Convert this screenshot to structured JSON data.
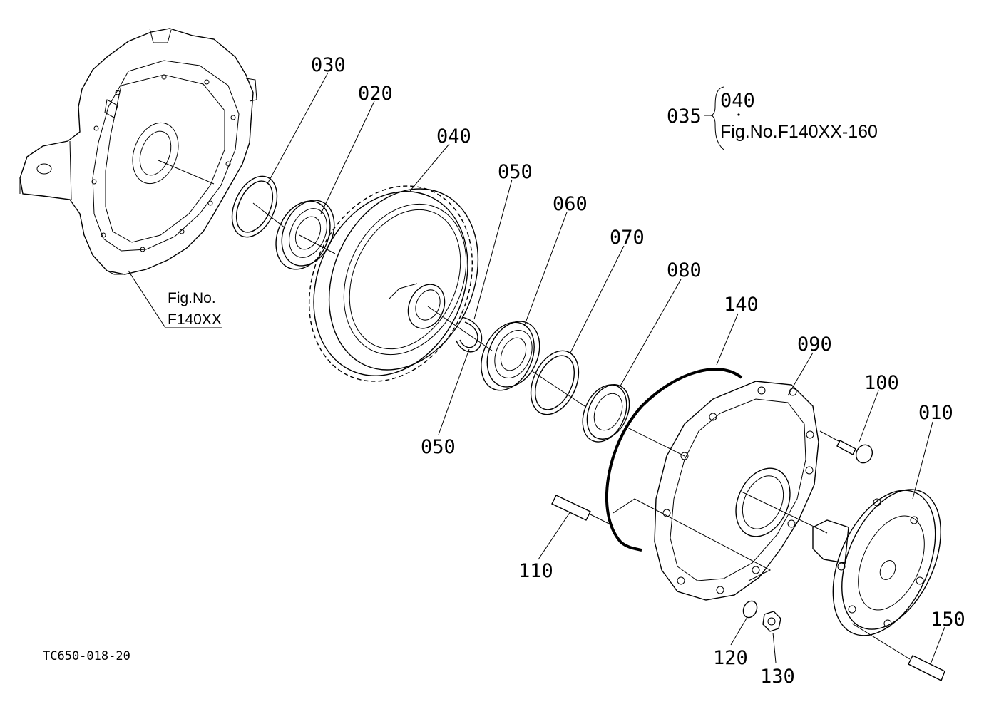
{
  "parts": [
    {
      "id": "p010",
      "label": "010"
    },
    {
      "id": "p020",
      "label": "020"
    },
    {
      "id": "p030",
      "label": "030"
    },
    {
      "id": "p040",
      "label": "040"
    },
    {
      "id": "p050a",
      "label": "050"
    },
    {
      "id": "p050b",
      "label": "050"
    },
    {
      "id": "p060",
      "label": "060"
    },
    {
      "id": "p070",
      "label": "070"
    },
    {
      "id": "p080",
      "label": "080"
    },
    {
      "id": "p090",
      "label": "090"
    },
    {
      "id": "p100",
      "label": "100"
    },
    {
      "id": "p110",
      "label": "110"
    },
    {
      "id": "p120",
      "label": "120"
    },
    {
      "id": "p130",
      "label": "130"
    },
    {
      "id": "p140",
      "label": "140"
    },
    {
      "id": "p150",
      "label": "150"
    }
  ],
  "assembly": {
    "label": "035",
    "items": [
      "040",
      "Fig.No.F140XX-160"
    ]
  },
  "housing_ref": {
    "line1": "Fig.No.",
    "line2": "F140XX"
  },
  "drawing_code": "TC650-018-20"
}
